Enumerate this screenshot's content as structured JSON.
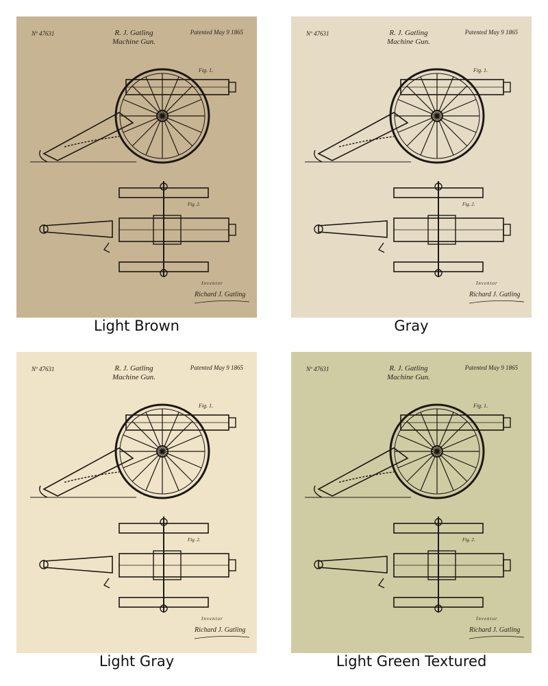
{
  "variants": [
    {
      "caption": "Light Brown",
      "background": "#c7b493"
    },
    {
      "caption": "Gray",
      "background": "#e6dcc6"
    },
    {
      "caption": "Light Gray",
      "background": "#efe4c8"
    },
    {
      "caption": "Light Green Textured",
      "background": "#cfcca4"
    }
  ],
  "print": {
    "number": "Nº 47631",
    "inventor_title": "R. J. Gatling",
    "subject": "Machine Gun.",
    "date": "Patented May 9 1865",
    "fig1": "Fig. 1.",
    "fig2": "Fig. 2.",
    "inventor_label": "Inventor",
    "signature": "Richard J. Gatling"
  }
}
